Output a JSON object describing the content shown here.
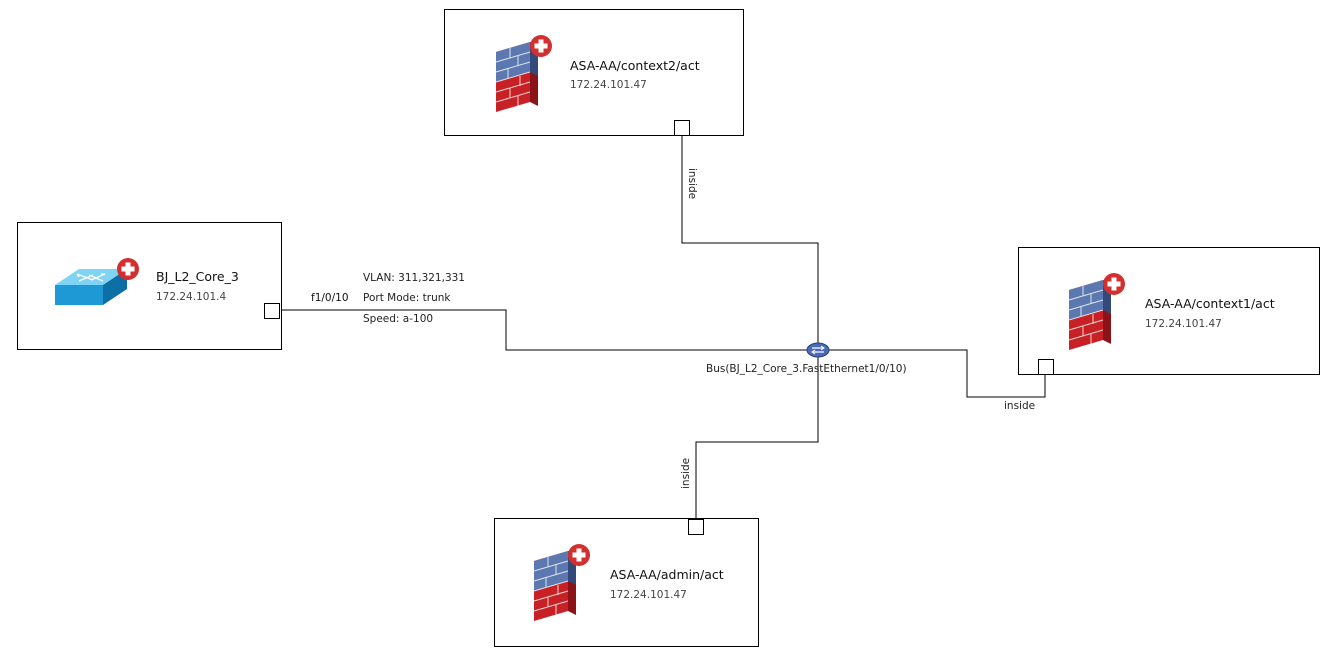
{
  "nodes": {
    "context2": {
      "name": "ASA-AA/context2/act",
      "ip": "172.24.101.47",
      "icon": "firewall-icon"
    },
    "switch": {
      "name": "BJ_L2_Core_3",
      "ip": "172.24.101.4",
      "icon": "switch-icon"
    },
    "context1": {
      "name": "ASA-AA/context1/act",
      "ip": "172.24.101.47",
      "icon": "firewall-icon"
    },
    "admin": {
      "name": "ASA-AA/admin/act",
      "ip": "172.24.101.47",
      "icon": "firewall-icon"
    }
  },
  "links": {
    "switch_port_label": "f1/0/10",
    "vlan": "VLAN: 311,321,331",
    "port_mode": "Port Mode: trunk",
    "speed": "Speed: a-100",
    "bus_label": "Bus(BJ_L2_Core_3.FastEthernet1/0/10)",
    "context2_iface": "inside",
    "context1_iface": "inside",
    "admin_iface": "inside"
  },
  "colors": {
    "status_badge": "#d32f2f",
    "firewall_top": "#5b78b0",
    "firewall_bottom": "#d9262c",
    "switch": "#2aa4e0",
    "bus": "#4a6ab8"
  }
}
